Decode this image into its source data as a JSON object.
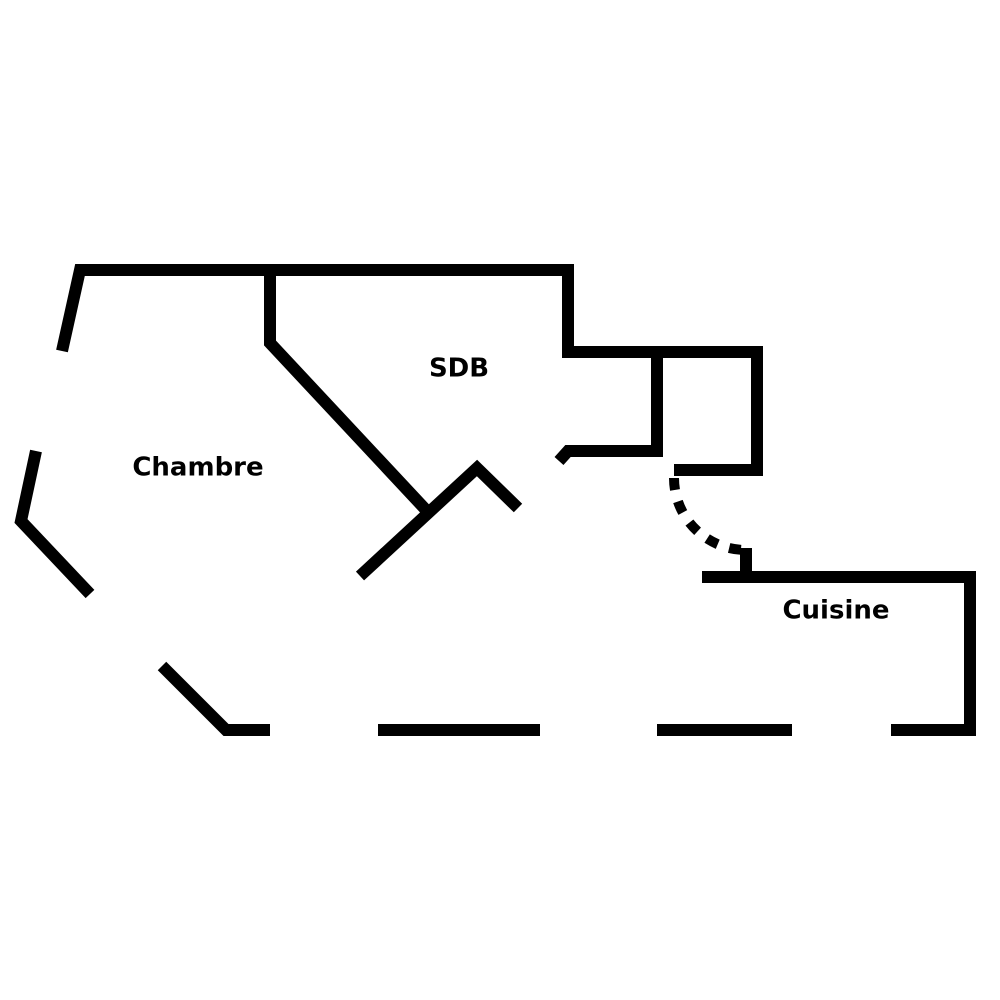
{
  "plan": {
    "rooms": [
      {
        "id": "chambre",
        "label": "Chambre"
      },
      {
        "id": "sdb",
        "label": "SDB"
      },
      {
        "id": "cuisine",
        "label": "Cuisine"
      }
    ],
    "colors": {
      "wall": "#000000",
      "background": "#ffffff"
    }
  }
}
